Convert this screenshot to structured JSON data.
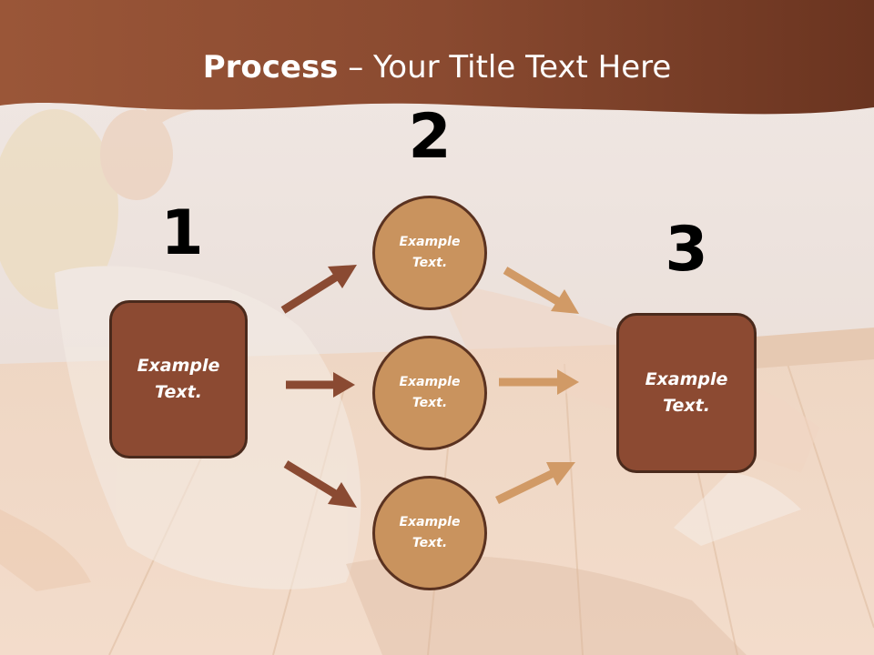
{
  "title": {
    "bold": "Process",
    "rest": " – Your Title Text Here"
  },
  "steps": {
    "one": "1",
    "two": "2",
    "three": "3"
  },
  "nodes": {
    "left_box": "Example Text.",
    "circle_top": "Example Text.",
    "circle_middle": "Example Text.",
    "circle_bottom": "Example Text.",
    "right_box": "Example Text."
  },
  "colors": {
    "banner": "#8a4a30",
    "box_fill": "#8c4a32",
    "circle_fill": "#c9935e",
    "arrow_dark": "#8a4a32",
    "arrow_light": "#d19a66"
  }
}
